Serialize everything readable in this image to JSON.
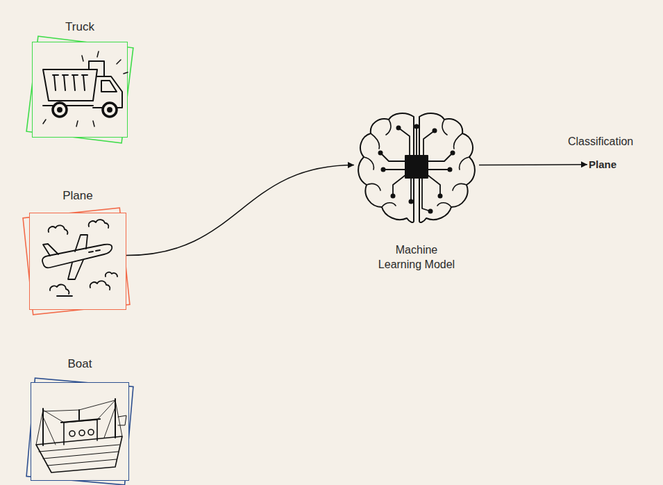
{
  "diagram": {
    "nodes": [
      {
        "text": [
          "Truck"
        ]
      },
      {
        "text": [
          "Plane"
        ]
      },
      {
        "text": [
          "Boat"
        ]
      },
      {
        "text": [
          "Machine Learning Model"
        ]
      },
      {
        "text": [
          "Classification",
          "Plane"
        ]
      }
    ],
    "edges": [
      {
        "from": 1,
        "to": 3,
        "arrow": "to"
      },
      {
        "from": 3,
        "to": 4,
        "arrow": "to"
      }
    ]
  }
}
